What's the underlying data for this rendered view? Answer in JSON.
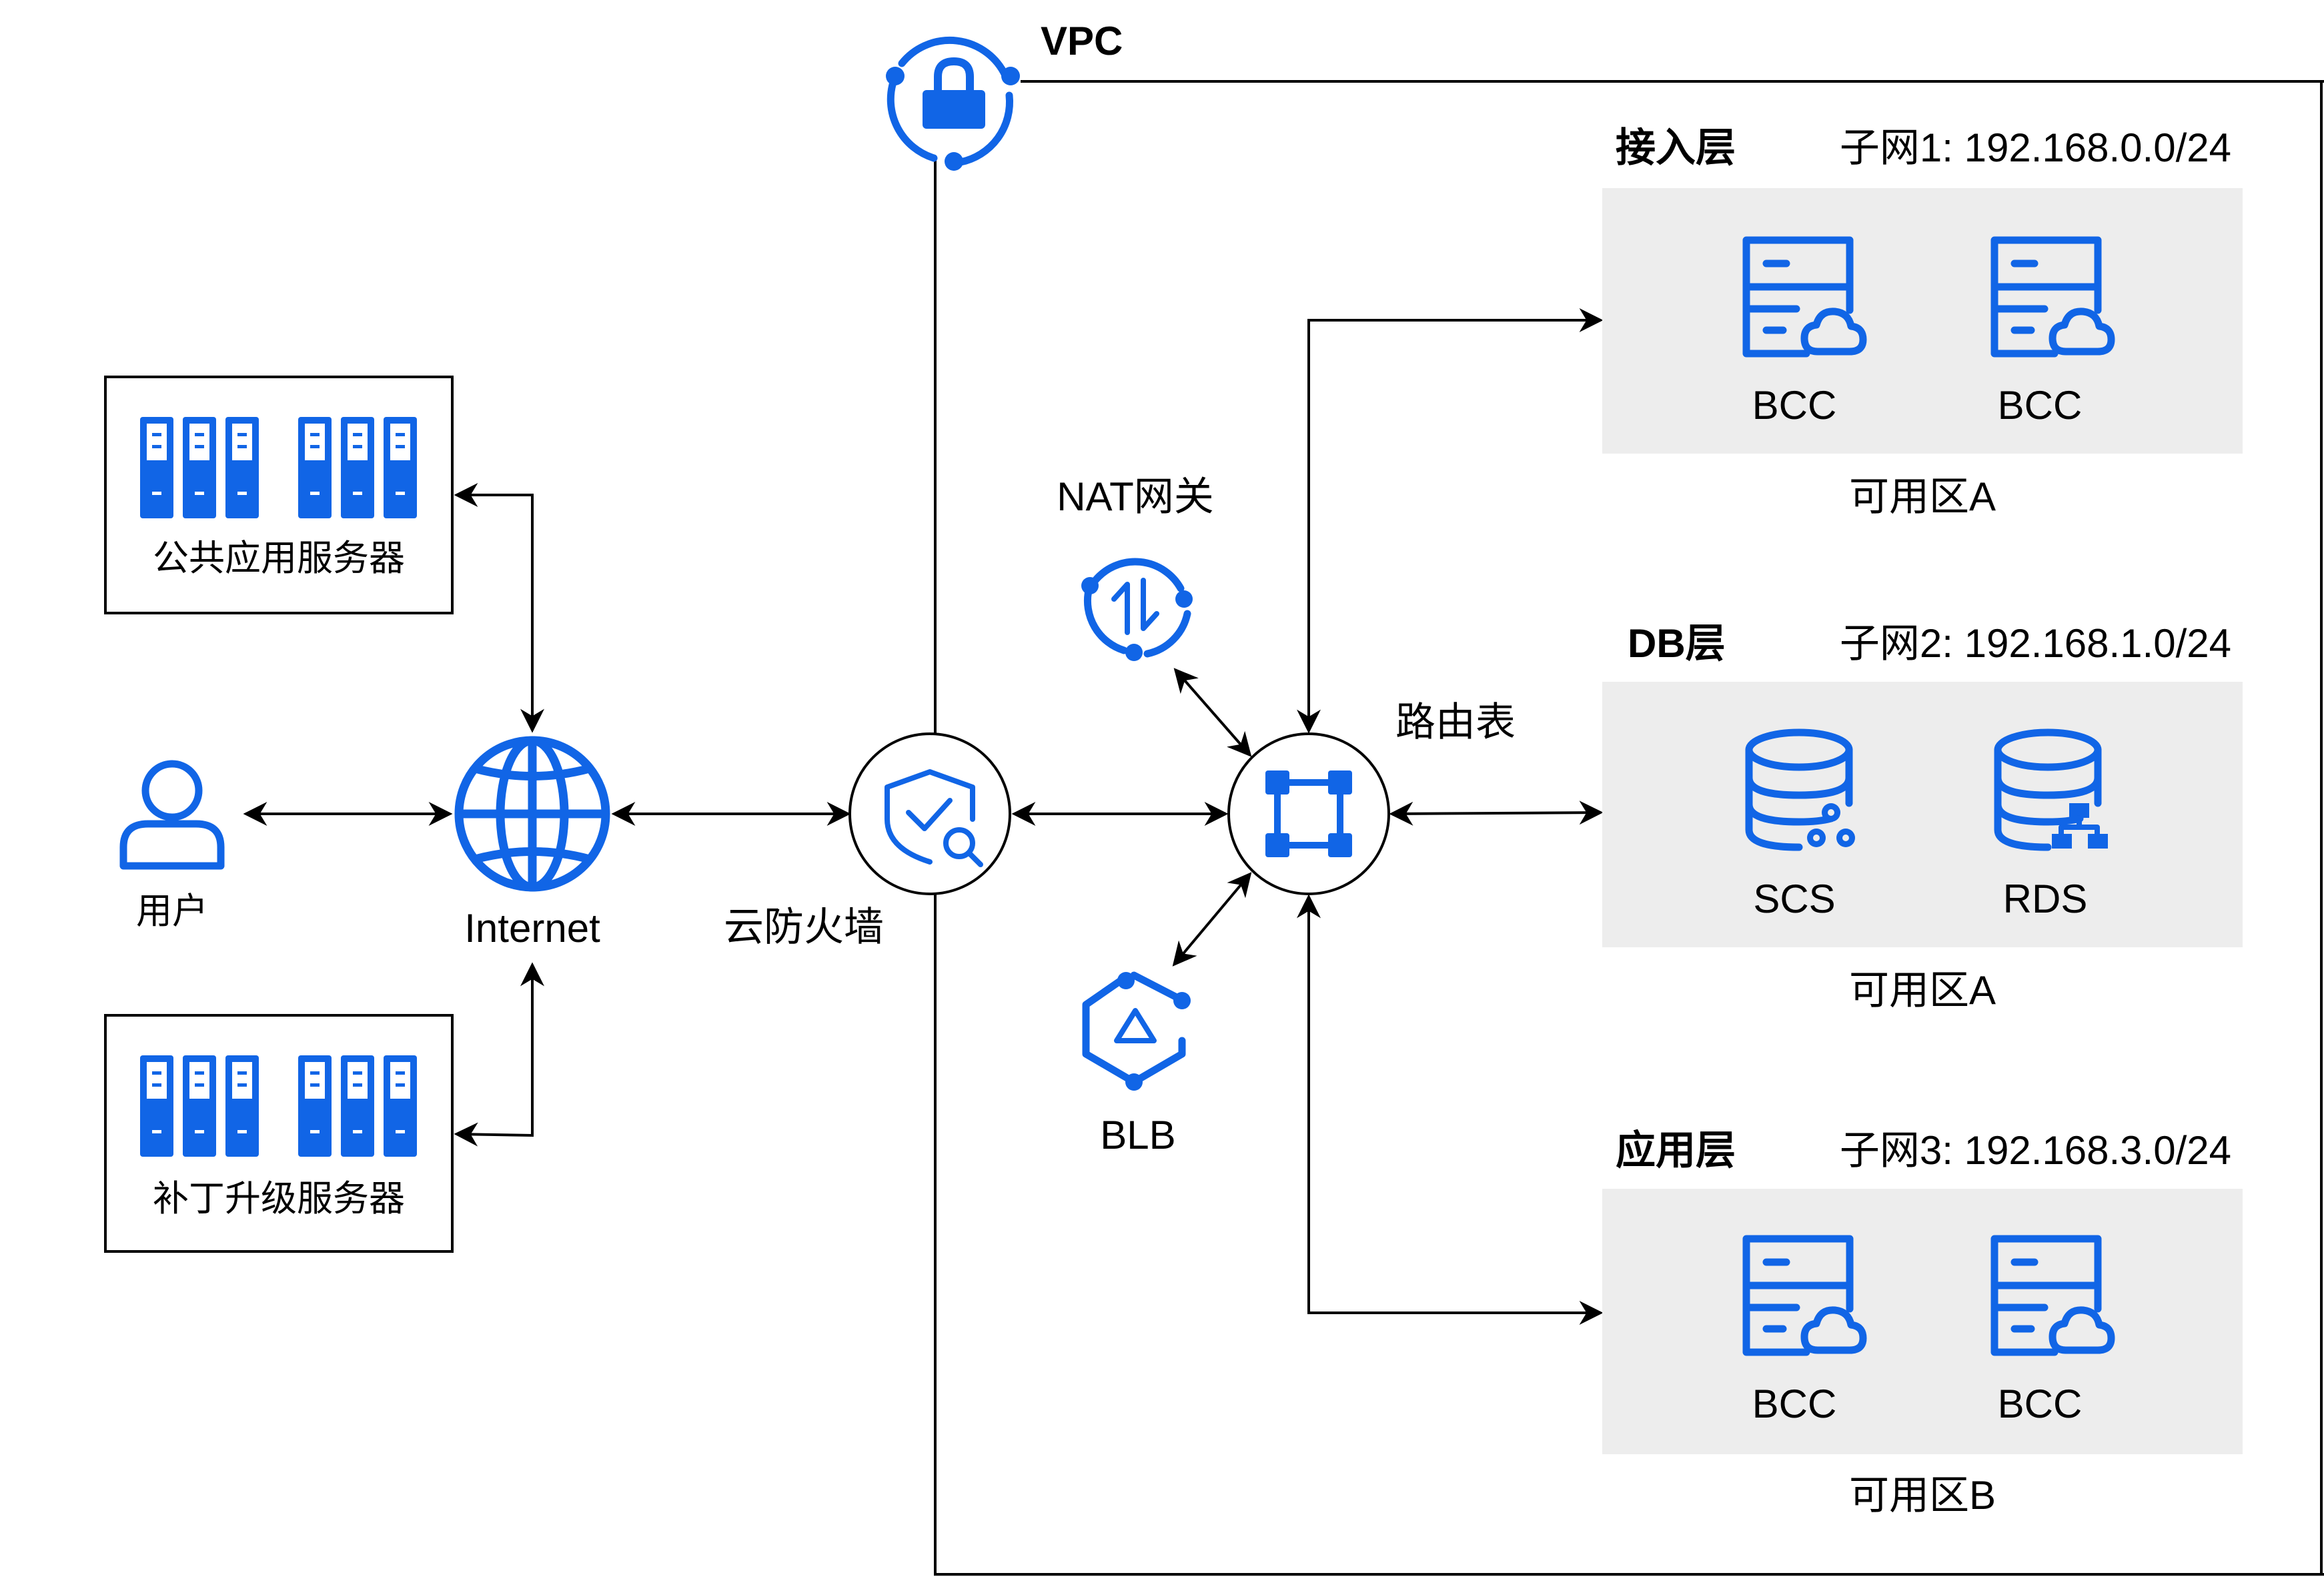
{
  "colors": {
    "icon_blue": "#1165E6",
    "zone_gray": "#EDEDED",
    "line": "#000000"
  },
  "vpc": {
    "label": "VPC",
    "icon": "vpc-lock-icon"
  },
  "left": {
    "public_servers": {
      "label": "公共应用服务器",
      "icon": "server-rack-icon"
    },
    "patch_servers": {
      "label": "补丁升级服务器",
      "icon": "server-rack-icon"
    },
    "user": {
      "label": "用户",
      "icon": "user-icon"
    },
    "internet": {
      "label": "Internet",
      "icon": "globe-icon"
    }
  },
  "middle": {
    "firewall": {
      "label": "云防火墙",
      "icon": "shield-check-icon"
    },
    "nat": {
      "label": "NAT网关",
      "icon": "nat-gateway-icon"
    },
    "router": {
      "label": "路由表",
      "icon": "route-table-icon"
    },
    "blb": {
      "label": "BLB",
      "icon": "load-balancer-icon"
    }
  },
  "subnets": [
    {
      "layer": "接入层",
      "subnet": "子网1: 192.168.0.0/24",
      "zone": "可用区A",
      "nodes": [
        {
          "label": "BCC",
          "icon": "bcc-server-icon"
        },
        {
          "label": "BCC",
          "icon": "bcc-server-icon"
        }
      ]
    },
    {
      "layer": "DB层",
      "subnet": "子网2: 192.168.1.0/24",
      "zone": "可用区A",
      "nodes": [
        {
          "label": "SCS",
          "icon": "scs-database-icon"
        },
        {
          "label": "RDS",
          "icon": "rds-database-icon"
        }
      ]
    },
    {
      "layer": "应用层",
      "subnet": "子网3: 192.168.3.0/24",
      "zone": "可用区B",
      "nodes": [
        {
          "label": "BCC",
          "icon": "bcc-server-icon"
        },
        {
          "label": "BCC",
          "icon": "bcc-server-icon"
        }
      ]
    }
  ]
}
